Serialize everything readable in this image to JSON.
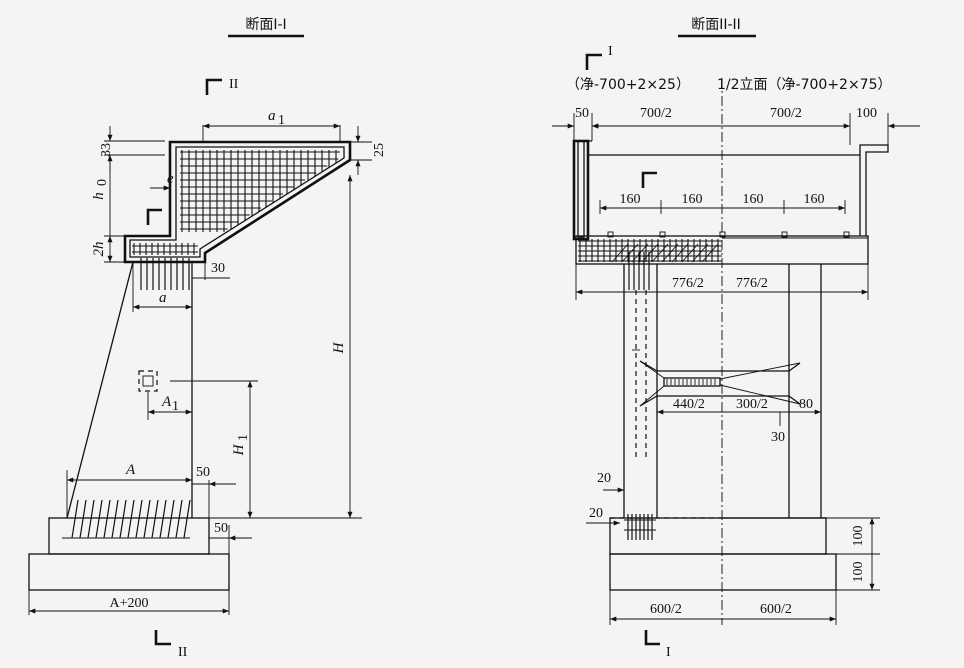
{
  "titles": {
    "left": "断面I-I",
    "right": "断面II-II"
  },
  "left_section": {
    "section_mark_top": "II",
    "section_mark_bottom": "II",
    "dims": {
      "a1": "a",
      "a1_sub": "1",
      "d33": "33",
      "d25": "25",
      "h0": "h",
      "h0_sub": "0",
      "e": "e",
      "two_h": "2h",
      "d30": "30",
      "a": "a",
      "H": "H",
      "A1": "A",
      "A1_sub": "1",
      "H1": "H",
      "H1_sub": "1",
      "A": "A",
      "d50a": "50",
      "d50b": "50",
      "A200": "A+200"
    }
  },
  "right_section": {
    "section_mark_top": "I",
    "section_mark_bottom": "I",
    "caption_left": "（净-700+2×25）",
    "caption_mid": "1/2立面（净-700+2×75）",
    "dims": {
      "d50": "50",
      "d700a": "700/2",
      "d700b": "700/2",
      "d100": "100",
      "d160a": "160",
      "d160b": "160",
      "d160c": "160",
      "d160d": "160",
      "d776a": "776/2",
      "d776b": "776/2",
      "d440": "440/2",
      "d300": "300/2",
      "d80": "80",
      "d30": "30",
      "d20a": "20",
      "d20b": "20",
      "d100a": "100",
      "d100b": "100",
      "d600a": "600/2",
      "d600b": "600/2"
    }
  }
}
